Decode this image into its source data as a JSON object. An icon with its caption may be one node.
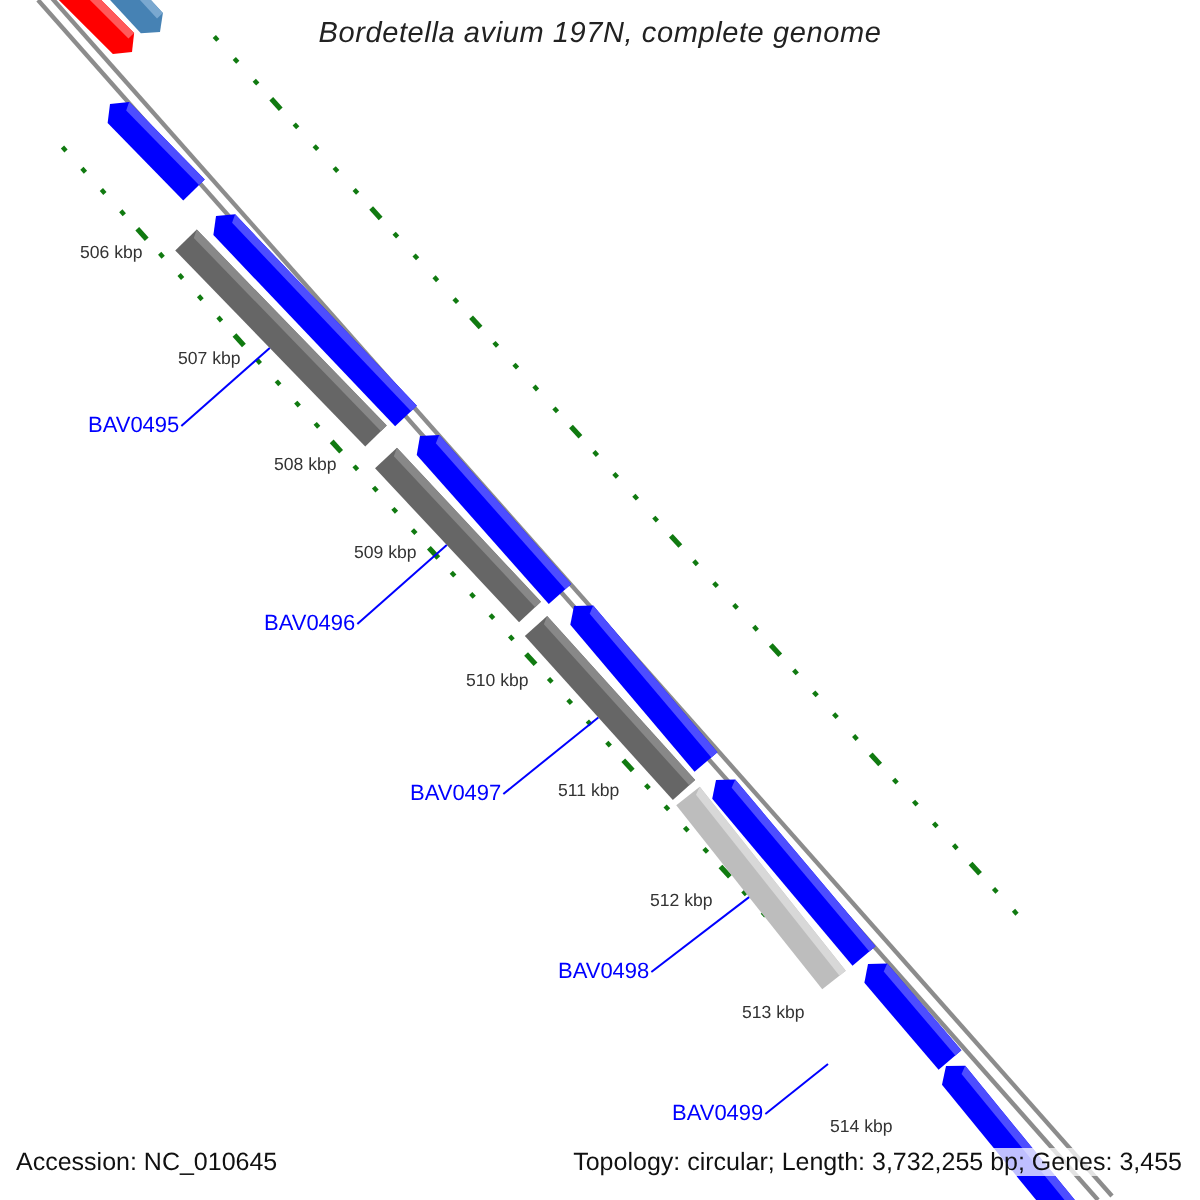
{
  "diagram": {
    "title": "Bordetella avium 197N, complete genome",
    "nodes": [
      {
        "text": [
          "BAV0495"
        ]
      },
      {
        "text": [
          "BAV0496"
        ]
      },
      {
        "text": [
          "BAV0497"
        ]
      },
      {
        "text": [
          "BAV0498"
        ]
      },
      {
        "text": [
          "BAV0499"
        ]
      },
      {
        "text": [],
        "shape": "bar"
      },
      {
        "text": [],
        "shape": "bar"
      },
      {
        "text": [],
        "shape": "bar"
      },
      {
        "text": [],
        "shape": "bar"
      }
    ],
    "edges": [
      {
        "from": 0,
        "to": 5,
        "arrow": "none"
      },
      {
        "from": 1,
        "to": 6,
        "arrow": "none"
      },
      {
        "from": 2,
        "to": 7,
        "arrow": "none"
      },
      {
        "from": 3,
        "to": 8,
        "arrow": "none"
      },
      {
        "from": 4,
        "to": null,
        "arrow": "none"
      }
    ],
    "labels": [
      "506 kbp",
      "507 kbp",
      "508 kbp",
      "509 kbp",
      "510 kbp",
      "511 kbp",
      "512 kbp",
      "513 kbp",
      "514 kbp",
      "Accession: NC_010645",
      "Topology: circular; Length: 3,732,255 bp; Genes: 3,455"
    ]
  }
}
